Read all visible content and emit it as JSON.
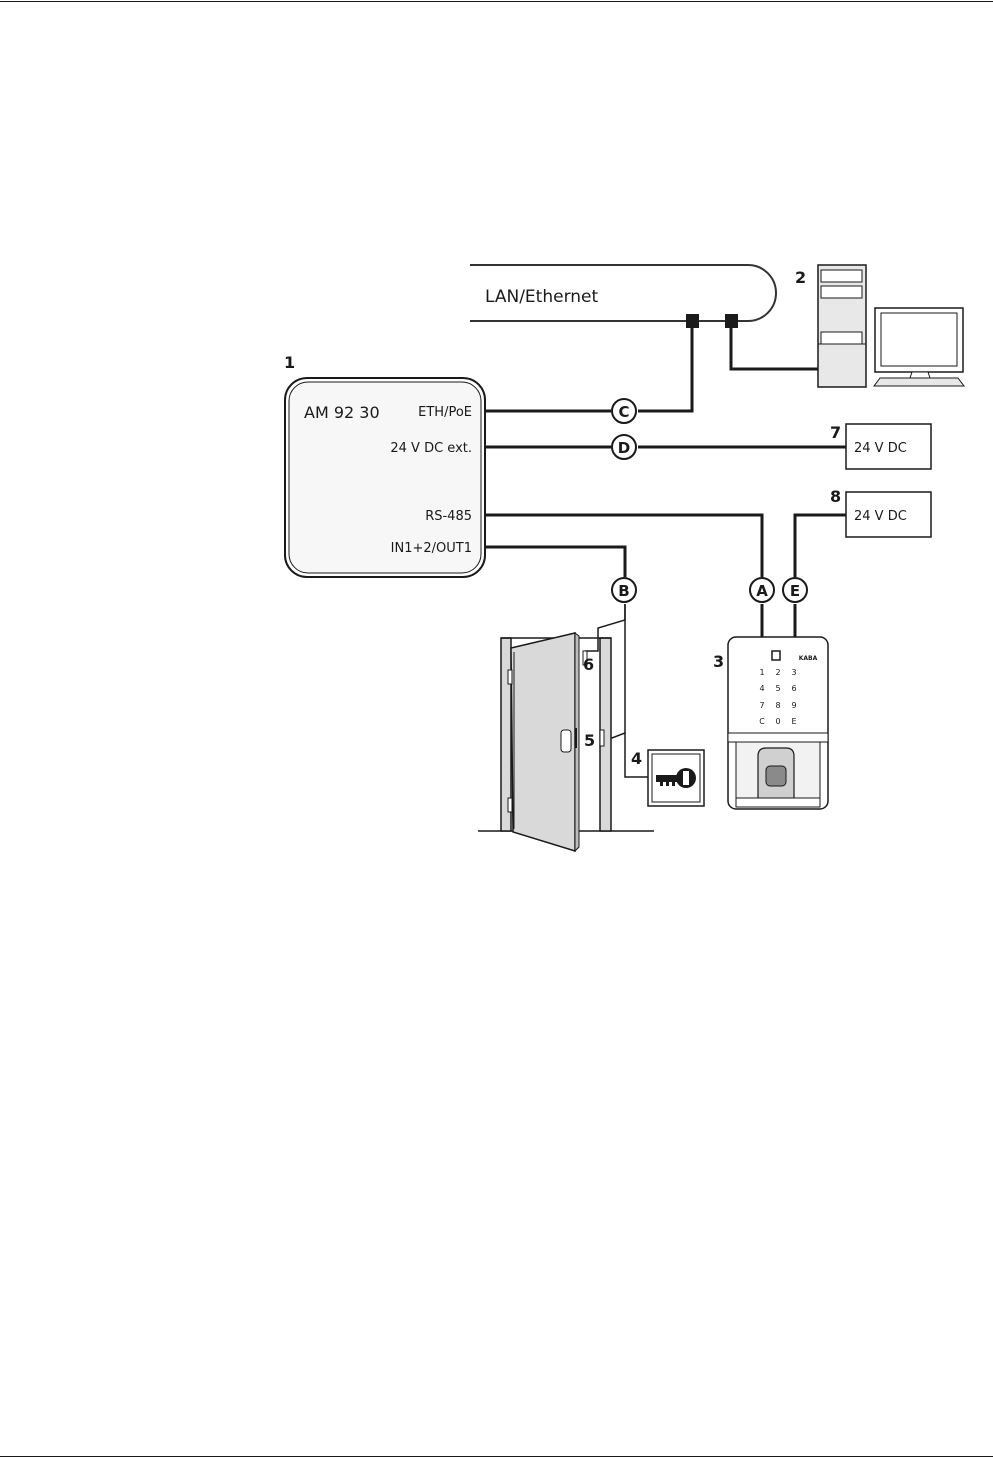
{
  "header_rule": true,
  "footer_rule": true,
  "lan": {
    "label": "LAN/Ethernet"
  },
  "module": {
    "callout": "1",
    "name": "AM 92 30",
    "ports": {
      "eth": "ETH/PoE",
      "power": "24 V DC ext.",
      "rs485": "RS-485",
      "io": "IN1+2/OUT1"
    }
  },
  "computer": {
    "callout": "2"
  },
  "reader": {
    "callout": "3",
    "brand": "KABA",
    "keys": [
      "1",
      "2",
      "3",
      "4",
      "5",
      "6",
      "7",
      "8",
      "9",
      "C",
      "0",
      "E"
    ]
  },
  "key_switch": {
    "callout": "4"
  },
  "door_contact": {
    "callout": "5"
  },
  "door_opener": {
    "callout": "6"
  },
  "power_supply_1": {
    "callout": "7",
    "label": "24 V DC"
  },
  "power_supply_2": {
    "callout": "8",
    "label": "24 V DC"
  },
  "cables": {
    "a": "A",
    "b": "B",
    "c": "C",
    "d": "D",
    "e": "E"
  }
}
